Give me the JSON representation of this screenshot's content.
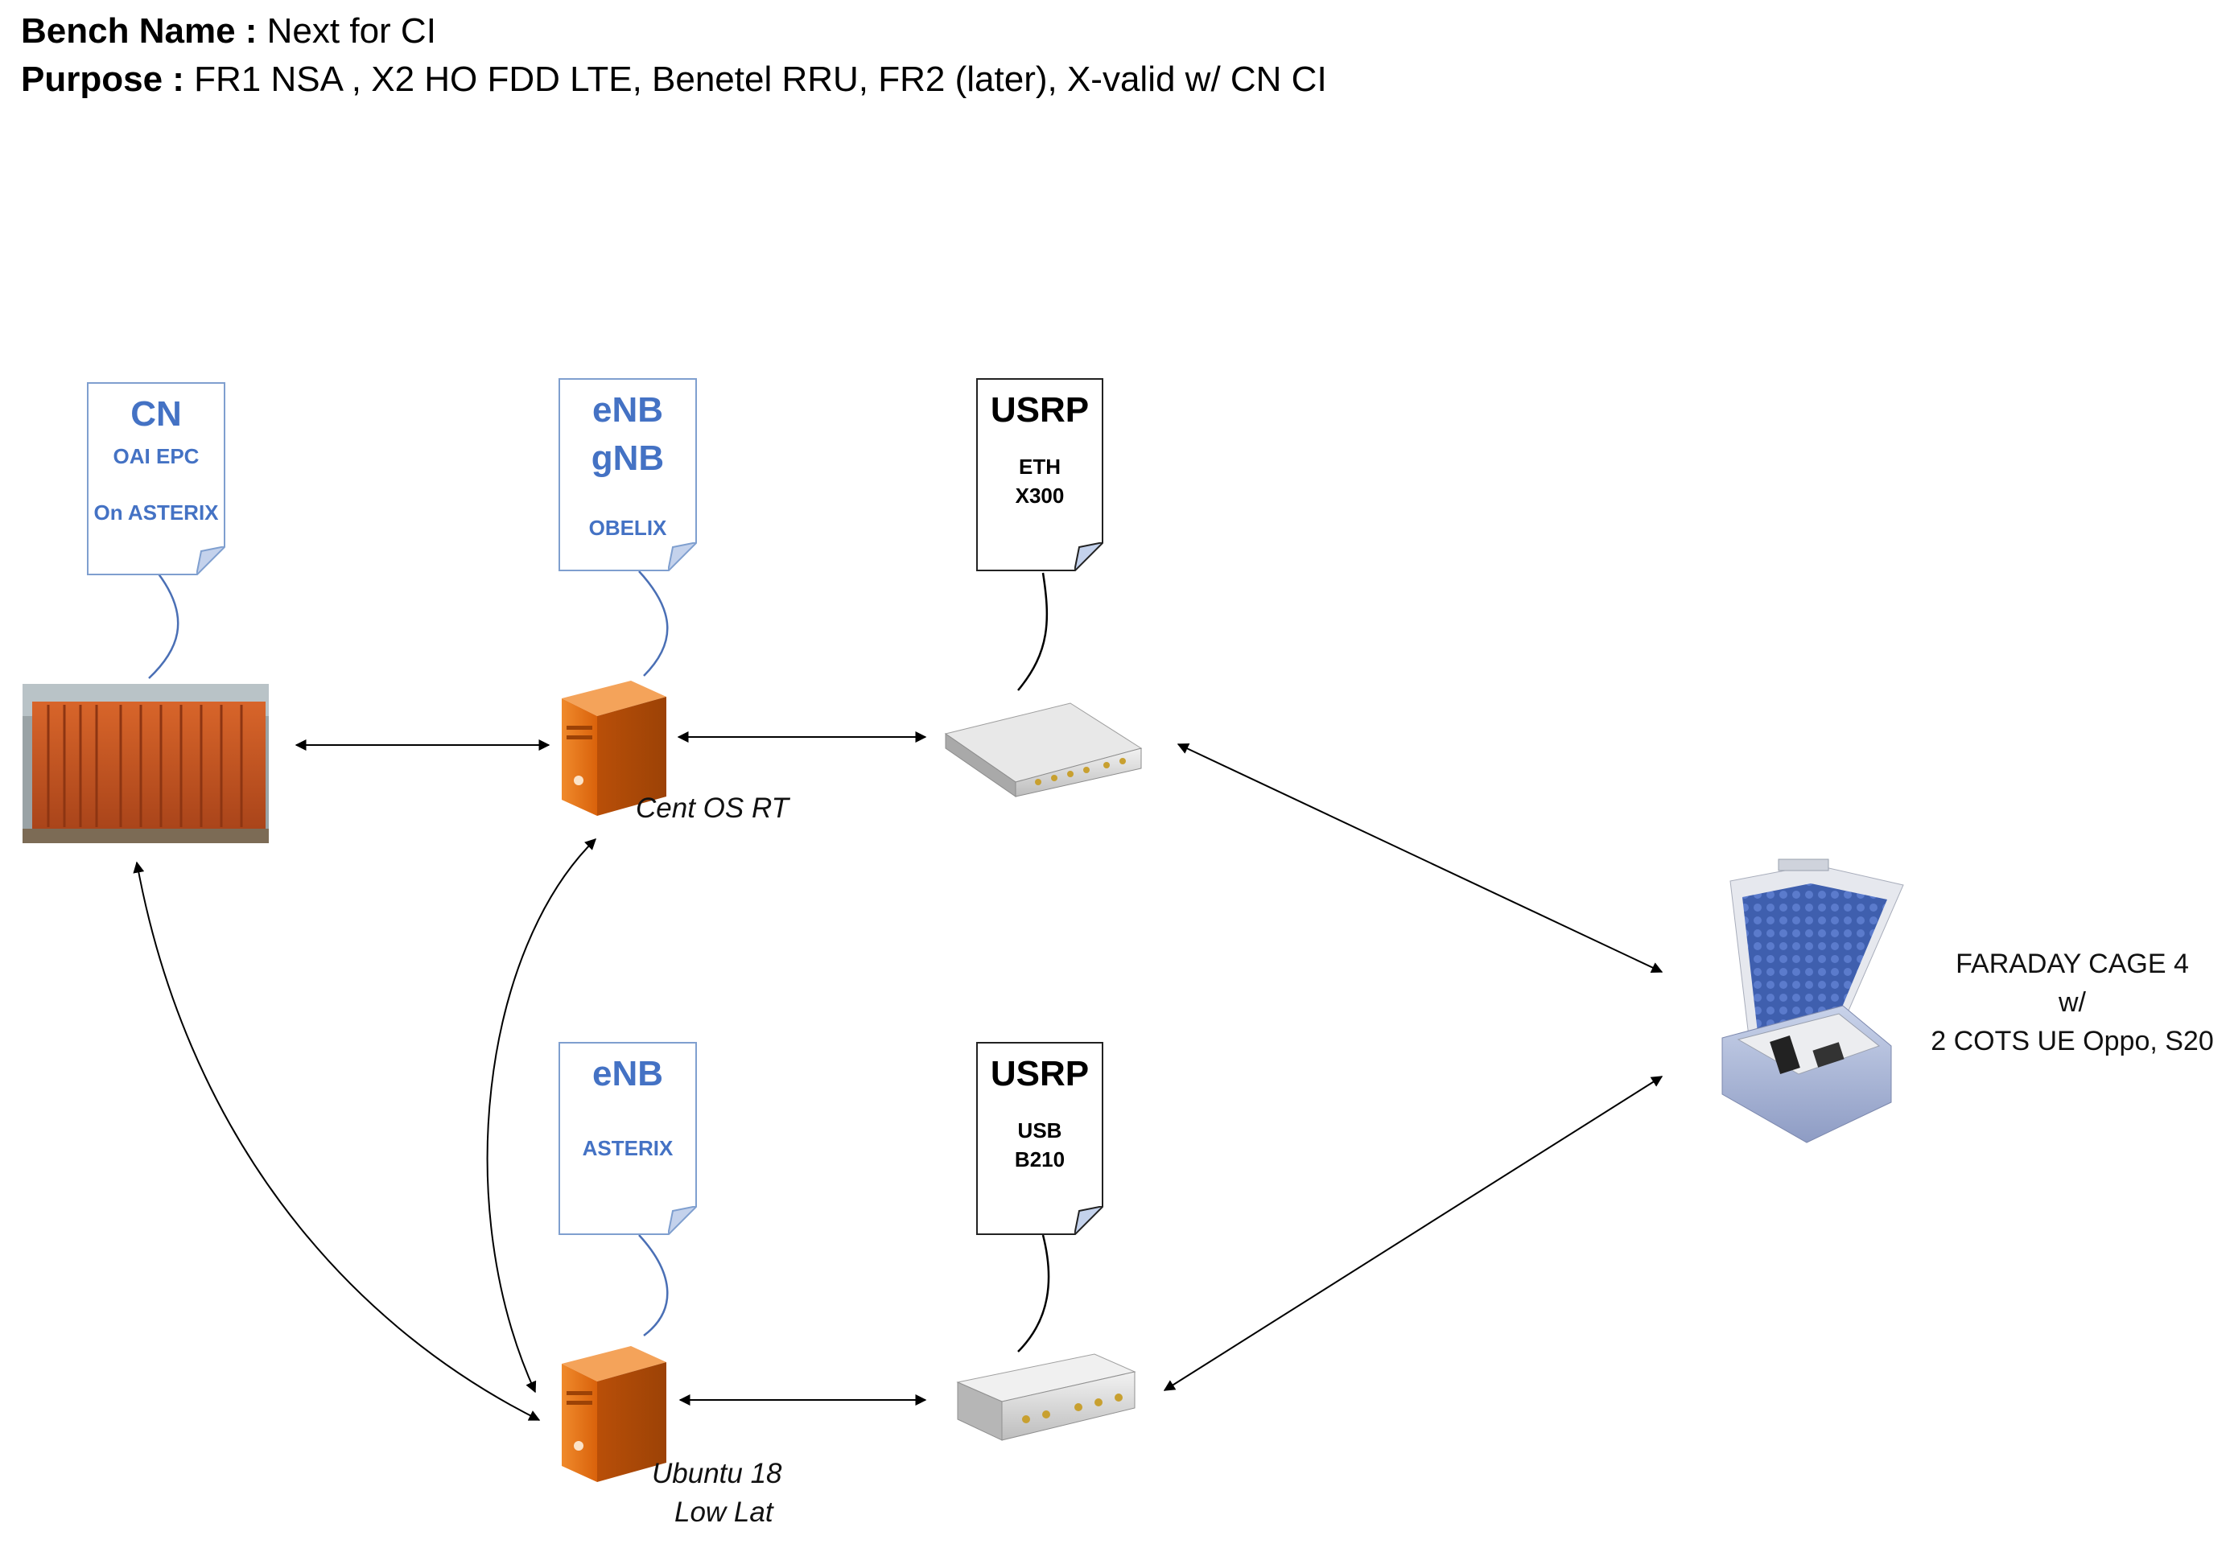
{
  "header": {
    "bench_label": "Bench Name :",
    "bench_value": "Next for CI",
    "purpose_label": "Purpose :",
    "purpose_value": "FR1 NSA , X2 HO FDD LTE, Benetel RRU, FR2 (later), X-valid w/ CN CI"
  },
  "notes": {
    "cn": {
      "title": "CN",
      "line1": "OAI EPC",
      "line2": "On ASTERIX"
    },
    "enb_gnb": {
      "title1": "eNB",
      "title2": "gNB",
      "line1": "OBELIX"
    },
    "usrp_top": {
      "title": "USRP",
      "line1": "ETH",
      "line2": "X300"
    },
    "enb": {
      "title": "eNB",
      "line1": "ASTERIX"
    },
    "usrp_bottom": {
      "title": "USRP",
      "line1": "USB",
      "line2": "B210"
    }
  },
  "captions": {
    "server_top": "Cent OS RT",
    "server_bottom_1": "Ubuntu 18",
    "server_bottom_2": "Low Lat"
  },
  "faraday": {
    "line1": "FARADAY CAGE 4",
    "line2": "w/",
    "line3": "2  COTS UE Oppo, S20"
  },
  "colors": {
    "note_border": "#7f9fcf",
    "note_text_blue": "#4472c4",
    "server_orange": "#e46c0a",
    "container_orange": "#c9561f",
    "callout_line": "#4a6fb5"
  },
  "icons": {
    "container": "shipping-container-image",
    "server": "tower-server-icon",
    "usrp_x300": "rack-radio-device-image",
    "usrp_b210": "usb-radio-device-image",
    "faraday_cage": "rf-shield-box-image"
  }
}
